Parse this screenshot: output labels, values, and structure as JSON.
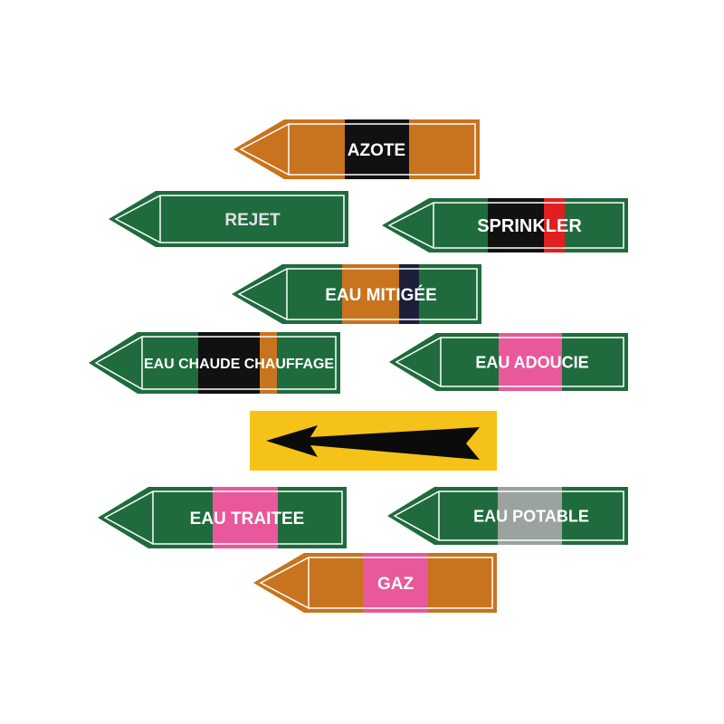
{
  "colors": {
    "green": "#1f6b3d",
    "orange": "#c8731e",
    "black": "#111111",
    "red": "#e02020",
    "pink": "#e8589a",
    "grey": "#9aa39e",
    "navy": "#1c1f3a",
    "yellow": "#f5c21a",
    "white": "#ffffff",
    "light_text": "#dde3e6"
  },
  "markers": [
    {
      "name": "azote",
      "text": "AZOTE",
      "base": "orange",
      "bands": [
        "black"
      ],
      "text_color": "white"
    },
    {
      "name": "rejet",
      "text": "REJET",
      "base": "green",
      "bands": [],
      "text_color": "light_text"
    },
    {
      "name": "sprinkler",
      "text": "SPRINKLER",
      "base": "green",
      "bands": [
        "black",
        "red"
      ],
      "text_color": "white"
    },
    {
      "name": "eau-mitigee",
      "text": "EAU MITIGÉE",
      "base": "green",
      "bands": [
        "orange",
        "navy"
      ],
      "text_color": "white"
    },
    {
      "name": "eau-chaude-chauffage",
      "text": "EAU CHAUDE CHAUFFAGE",
      "base": "green",
      "bands": [
        "black",
        "orange"
      ],
      "text_color": "white"
    },
    {
      "name": "eau-adoucie",
      "text": "EAU ADOUCIE",
      "base": "green",
      "bands": [
        "pink"
      ],
      "text_color": "white"
    },
    {
      "name": "arrow",
      "text": "",
      "base": "yellow",
      "bands": [],
      "text_color": "black"
    },
    {
      "name": "eau-traitee",
      "text": "EAU TRAITEE",
      "base": "green",
      "bands": [
        "pink"
      ],
      "text_color": "white"
    },
    {
      "name": "eau-potable",
      "text": "EAU POTABLE",
      "base": "green",
      "bands": [
        "grey"
      ],
      "text_color": "white"
    },
    {
      "name": "gaz",
      "text": "GAZ",
      "base": "orange",
      "bands": [
        "pink"
      ],
      "text_color": "white"
    }
  ]
}
